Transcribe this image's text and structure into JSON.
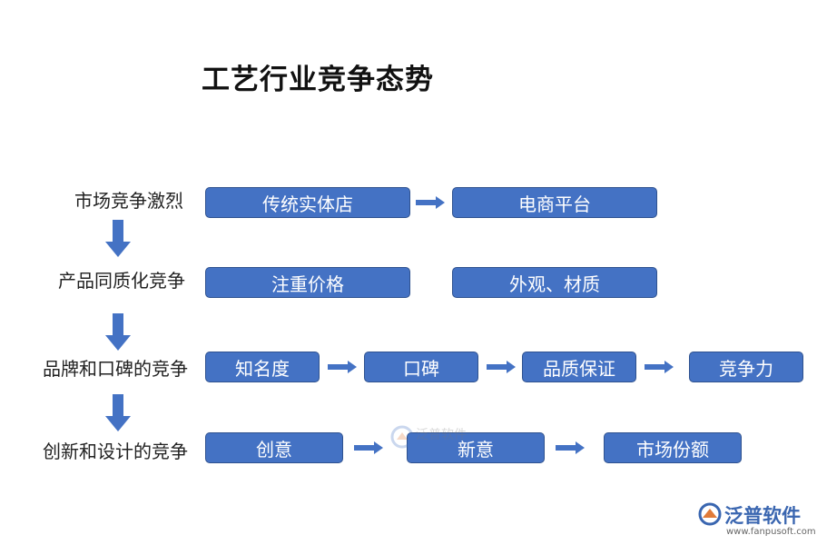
{
  "title": "工艺行业竞争态势",
  "rows": [
    {
      "label": "市场竞争激烈",
      "boxes": [
        "传统实体店",
        "电商平台"
      ]
    },
    {
      "label": "产品同质化竞争",
      "boxes": [
        "注重价格",
        "外观、材质"
      ]
    },
    {
      "label": "品牌和口碑的竞争",
      "boxes": [
        "知名度",
        "口碑",
        "品质保证",
        "竞争力"
      ]
    },
    {
      "label": "创新和设计的竞争",
      "boxes": [
        "创意",
        "新意",
        "市场份额"
      ]
    }
  ],
  "watermark": {
    "center_text": "泛普软件",
    "logo_text": "泛普软件",
    "logo_url": "www.fanpusoft.com"
  },
  "colors": {
    "box_fill": "#4472c4",
    "box_border": "#2f528f",
    "arrow": "#4472c4"
  }
}
